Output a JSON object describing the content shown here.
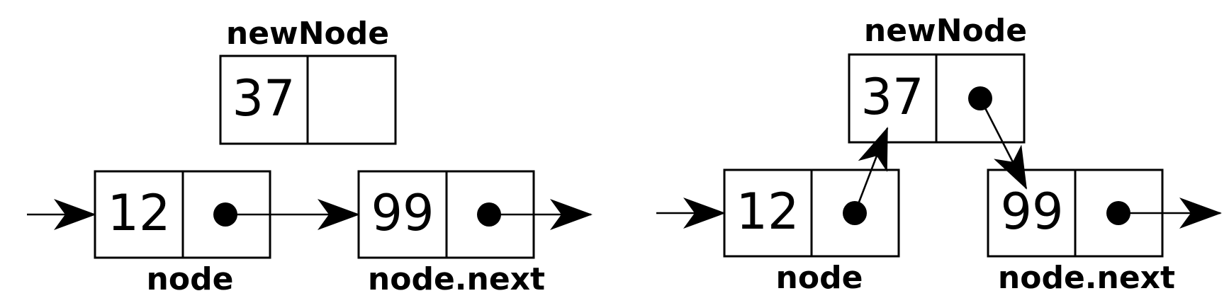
{
  "colors": {
    "stroke": "#000000",
    "background": "#ffffff"
  },
  "before": {
    "new_node": {
      "label": "newNode",
      "value": "37",
      "next": "empty"
    },
    "node": {
      "label": "node",
      "value": "12",
      "next": "node.next"
    },
    "next_node": {
      "label": "node.next",
      "value": "99",
      "next": "continues"
    }
  },
  "after": {
    "new_node": {
      "label": "newNode",
      "value": "37",
      "next": "node.next"
    },
    "node": {
      "label": "node",
      "value": "12",
      "next": "newNode"
    },
    "next_node": {
      "label": "node.next",
      "value": "99",
      "next": "continues"
    }
  }
}
